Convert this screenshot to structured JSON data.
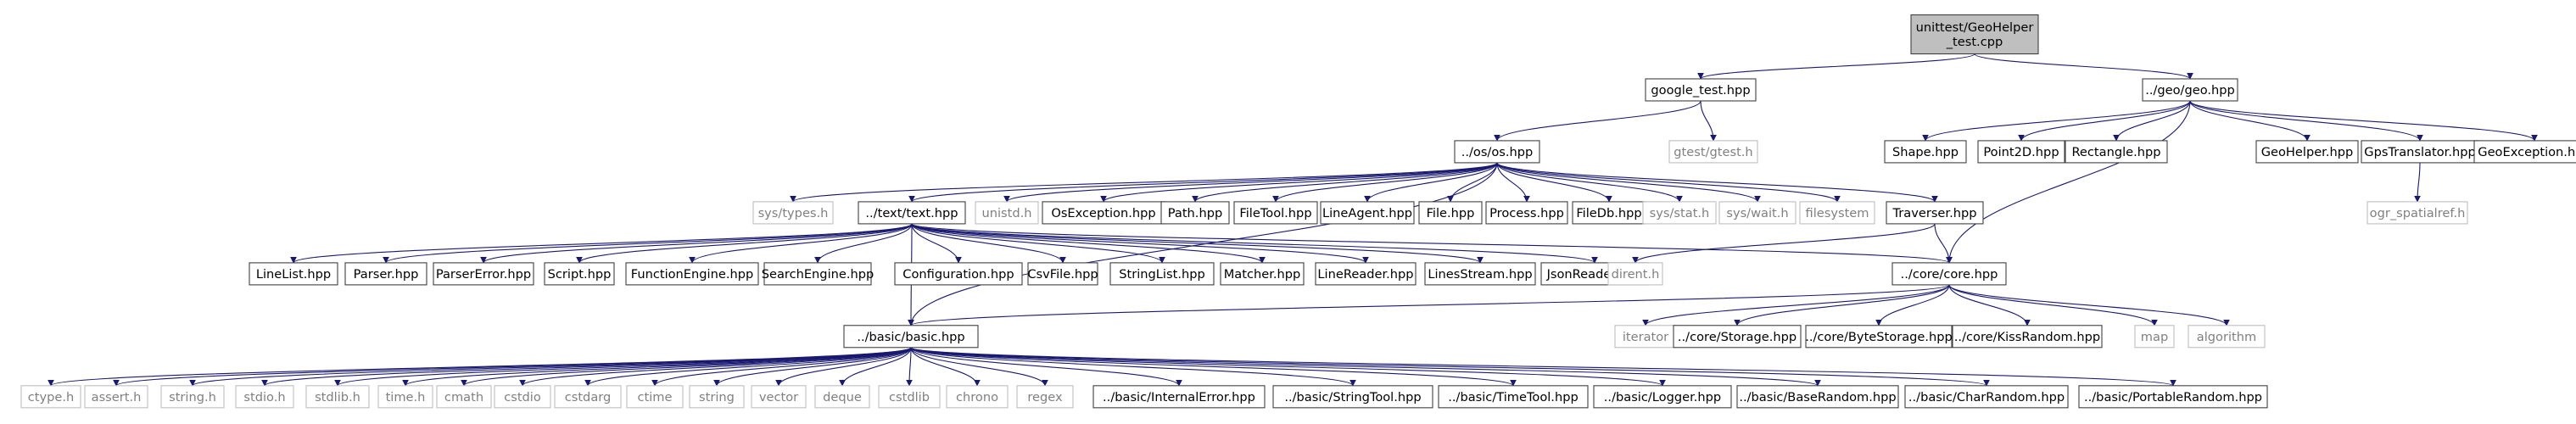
{
  "nodes": [
    {
      "id": "root",
      "label_lines": [
        "unittest/GeoHelper",
        "_test.cpp"
      ],
      "style": "root"
    },
    {
      "id": "google_test",
      "label_lines": [
        "google_test.hpp"
      ],
      "style": "normal"
    },
    {
      "id": "geo",
      "label_lines": [
        "../geo/geo.hpp"
      ],
      "style": "normal"
    },
    {
      "id": "os",
      "label_lines": [
        "../os/os.hpp"
      ],
      "style": "normal"
    },
    {
      "id": "gtest",
      "label_lines": [
        "gtest/gtest.h"
      ],
      "style": "external"
    },
    {
      "id": "shape",
      "label_lines": [
        "Shape.hpp"
      ],
      "style": "normal"
    },
    {
      "id": "point2d",
      "label_lines": [
        "Point2D.hpp"
      ],
      "style": "normal"
    },
    {
      "id": "rectangle",
      "label_lines": [
        "Rectangle.hpp"
      ],
      "style": "normal"
    },
    {
      "id": "geohelper",
      "label_lines": [
        "GeoHelper.hpp"
      ],
      "style": "normal"
    },
    {
      "id": "gpstranslator",
      "label_lines": [
        "GpsTranslator.hpp"
      ],
      "style": "normal"
    },
    {
      "id": "geoexception",
      "label_lines": [
        "GeoException.hpp"
      ],
      "style": "normal"
    },
    {
      "id": "ogr",
      "label_lines": [
        "ogr_spatialref.h"
      ],
      "style": "external"
    },
    {
      "id": "systypes",
      "label_lines": [
        "sys/types.h"
      ],
      "style": "external"
    },
    {
      "id": "text",
      "label_lines": [
        "../text/text.hpp"
      ],
      "style": "normal"
    },
    {
      "id": "unistd",
      "label_lines": [
        "unistd.h"
      ],
      "style": "external"
    },
    {
      "id": "osexception",
      "label_lines": [
        "OsException.hpp"
      ],
      "style": "normal"
    },
    {
      "id": "path",
      "label_lines": [
        "Path.hpp"
      ],
      "style": "normal"
    },
    {
      "id": "filetool",
      "label_lines": [
        "FileTool.hpp"
      ],
      "style": "normal"
    },
    {
      "id": "lineagent",
      "label_lines": [
        "LineAgent.hpp"
      ],
      "style": "normal"
    },
    {
      "id": "file",
      "label_lines": [
        "File.hpp"
      ],
      "style": "normal"
    },
    {
      "id": "process",
      "label_lines": [
        "Process.hpp"
      ],
      "style": "normal"
    },
    {
      "id": "filedb",
      "label_lines": [
        "FileDb.hpp"
      ],
      "style": "normal"
    },
    {
      "id": "sysstat",
      "label_lines": [
        "sys/stat.h"
      ],
      "style": "external"
    },
    {
      "id": "syswait",
      "label_lines": [
        "sys/wait.h"
      ],
      "style": "external"
    },
    {
      "id": "filesystem",
      "label_lines": [
        "filesystem"
      ],
      "style": "external"
    },
    {
      "id": "traverser",
      "label_lines": [
        "Traverser.hpp"
      ],
      "style": "normal"
    },
    {
      "id": "linelist",
      "label_lines": [
        "LineList.hpp"
      ],
      "style": "normal"
    },
    {
      "id": "parser",
      "label_lines": [
        "Parser.hpp"
      ],
      "style": "normal"
    },
    {
      "id": "parsererror",
      "label_lines": [
        "ParserError.hpp"
      ],
      "style": "normal"
    },
    {
      "id": "script",
      "label_lines": [
        "Script.hpp"
      ],
      "style": "normal"
    },
    {
      "id": "functionengine",
      "label_lines": [
        "FunctionEngine.hpp"
      ],
      "style": "normal"
    },
    {
      "id": "searchengine",
      "label_lines": [
        "SearchEngine.hpp"
      ],
      "style": "normal"
    },
    {
      "id": "configuration",
      "label_lines": [
        "Configuration.hpp"
      ],
      "style": "normal"
    },
    {
      "id": "csvfile",
      "label_lines": [
        "CsvFile.hpp"
      ],
      "style": "normal"
    },
    {
      "id": "stringlist",
      "label_lines": [
        "StringList.hpp"
      ],
      "style": "normal"
    },
    {
      "id": "matcher",
      "label_lines": [
        "Matcher.hpp"
      ],
      "style": "normal"
    },
    {
      "id": "linereader",
      "label_lines": [
        "LineReader.hpp"
      ],
      "style": "normal"
    },
    {
      "id": "linesstream",
      "label_lines": [
        "LinesStream.hpp"
      ],
      "style": "normal"
    },
    {
      "id": "jsonreader",
      "label_lines": [
        "JsonReader.hpp"
      ],
      "style": "normal"
    },
    {
      "id": "dirent",
      "label_lines": [
        "dirent.h"
      ],
      "style": "external"
    },
    {
      "id": "core",
      "label_lines": [
        "../core/core.hpp"
      ],
      "style": "normal"
    },
    {
      "id": "iterator",
      "label_lines": [
        "iterator"
      ],
      "style": "external"
    },
    {
      "id": "storage",
      "label_lines": [
        "../core/Storage.hpp"
      ],
      "style": "normal"
    },
    {
      "id": "bytestorage",
      "label_lines": [
        "../core/ByteStorage.hpp"
      ],
      "style": "normal"
    },
    {
      "id": "kissrandom",
      "label_lines": [
        "../core/KissRandom.hpp"
      ],
      "style": "normal"
    },
    {
      "id": "map",
      "label_lines": [
        "map"
      ],
      "style": "external"
    },
    {
      "id": "algorithm",
      "label_lines": [
        "algorithm"
      ],
      "style": "external"
    },
    {
      "id": "basic",
      "label_lines": [
        "../basic/basic.hpp"
      ],
      "style": "normal"
    },
    {
      "id": "ctype",
      "label_lines": [
        "ctype.h"
      ],
      "style": "external"
    },
    {
      "id": "assert",
      "label_lines": [
        "assert.h"
      ],
      "style": "external"
    },
    {
      "id": "string_h",
      "label_lines": [
        "string.h"
      ],
      "style": "external"
    },
    {
      "id": "stdio",
      "label_lines": [
        "stdio.h"
      ],
      "style": "external"
    },
    {
      "id": "stdlib",
      "label_lines": [
        "stdlib.h"
      ],
      "style": "external"
    },
    {
      "id": "time",
      "label_lines": [
        "time.h"
      ],
      "style": "external"
    },
    {
      "id": "cmath",
      "label_lines": [
        "cmath"
      ],
      "style": "external"
    },
    {
      "id": "cstdio",
      "label_lines": [
        "cstdio"
      ],
      "style": "external"
    },
    {
      "id": "cstdarg",
      "label_lines": [
        "cstdarg"
      ],
      "style": "external"
    },
    {
      "id": "ctime",
      "label_lines": [
        "ctime"
      ],
      "style": "external"
    },
    {
      "id": "string",
      "label_lines": [
        "string"
      ],
      "style": "external"
    },
    {
      "id": "vector",
      "label_lines": [
        "vector"
      ],
      "style": "external"
    },
    {
      "id": "deque",
      "label_lines": [
        "deque"
      ],
      "style": "external"
    },
    {
      "id": "cstdlib",
      "label_lines": [
        "cstdlib"
      ],
      "style": "external"
    },
    {
      "id": "chrono",
      "label_lines": [
        "chrono"
      ],
      "style": "external"
    },
    {
      "id": "regex",
      "label_lines": [
        "regex"
      ],
      "style": "external"
    },
    {
      "id": "internalerror",
      "label_lines": [
        "../basic/InternalError.hpp"
      ],
      "style": "normal"
    },
    {
      "id": "stringtool",
      "label_lines": [
        "../basic/StringTool.hpp"
      ],
      "style": "normal"
    },
    {
      "id": "timetool",
      "label_lines": [
        "../basic/TimeTool.hpp"
      ],
      "style": "normal"
    },
    {
      "id": "logger",
      "label_lines": [
        "../basic/Logger.hpp"
      ],
      "style": "normal"
    },
    {
      "id": "baserandom",
      "label_lines": [
        "../basic/BaseRandom.hpp"
      ],
      "style": "normal"
    },
    {
      "id": "charrandom",
      "label_lines": [
        "../basic/CharRandom.hpp"
      ],
      "style": "normal"
    },
    {
      "id": "portablerandom",
      "label_lines": [
        "../basic/PortableRandom.hpp"
      ],
      "style": "normal"
    }
  ],
  "edges": [
    [
      "root",
      "google_test"
    ],
    [
      "root",
      "geo"
    ],
    [
      "google_test",
      "os"
    ],
    [
      "google_test",
      "gtest"
    ],
    [
      "geo",
      "shape"
    ],
    [
      "geo",
      "point2d"
    ],
    [
      "geo",
      "rectangle"
    ],
    [
      "geo",
      "geohelper"
    ],
    [
      "geo",
      "gpstranslator"
    ],
    [
      "geo",
      "geoexception"
    ],
    [
      "geo",
      "core"
    ],
    [
      "gpstranslator",
      "ogr"
    ],
    [
      "os",
      "basic"
    ],
    [
      "os",
      "systypes"
    ],
    [
      "os",
      "text"
    ],
    [
      "os",
      "unistd"
    ],
    [
      "os",
      "osexception"
    ],
    [
      "os",
      "path"
    ],
    [
      "os",
      "filetool"
    ],
    [
      "os",
      "lineagent"
    ],
    [
      "os",
      "file"
    ],
    [
      "os",
      "process"
    ],
    [
      "os",
      "filedb"
    ],
    [
      "os",
      "sysstat"
    ],
    [
      "os",
      "syswait"
    ],
    [
      "os",
      "filesystem"
    ],
    [
      "os",
      "traverser"
    ],
    [
      "text",
      "linelist"
    ],
    [
      "text",
      "parser"
    ],
    [
      "text",
      "parsererror"
    ],
    [
      "text",
      "script"
    ],
    [
      "text",
      "functionengine"
    ],
    [
      "text",
      "searchengine"
    ],
    [
      "text",
      "configuration"
    ],
    [
      "text",
      "csvfile"
    ],
    [
      "text",
      "stringlist"
    ],
    [
      "text",
      "matcher"
    ],
    [
      "text",
      "linereader"
    ],
    [
      "text",
      "linesstream"
    ],
    [
      "text",
      "jsonreader"
    ],
    [
      "text",
      "core"
    ],
    [
      "text",
      "basic"
    ],
    [
      "traverser",
      "dirent"
    ],
    [
      "traverser",
      "core"
    ],
    [
      "core",
      "basic"
    ],
    [
      "core",
      "iterator"
    ],
    [
      "core",
      "storage"
    ],
    [
      "core",
      "bytestorage"
    ],
    [
      "core",
      "kissrandom"
    ],
    [
      "core",
      "map"
    ],
    [
      "core",
      "algorithm"
    ],
    [
      "basic",
      "ctype"
    ],
    [
      "basic",
      "assert"
    ],
    [
      "basic",
      "string_h"
    ],
    [
      "basic",
      "stdio"
    ],
    [
      "basic",
      "stdlib"
    ],
    [
      "basic",
      "time"
    ],
    [
      "basic",
      "cmath"
    ],
    [
      "basic",
      "cstdio"
    ],
    [
      "basic",
      "cstdarg"
    ],
    [
      "basic",
      "ctime"
    ],
    [
      "basic",
      "string"
    ],
    [
      "basic",
      "vector"
    ],
    [
      "basic",
      "deque"
    ],
    [
      "basic",
      "cstdlib"
    ],
    [
      "basic",
      "chrono"
    ],
    [
      "basic",
      "regex"
    ],
    [
      "basic",
      "internalerror"
    ],
    [
      "basic",
      "stringtool"
    ],
    [
      "basic",
      "timetool"
    ],
    [
      "basic",
      "logger"
    ],
    [
      "basic",
      "baserandom"
    ],
    [
      "basic",
      "charrandom"
    ],
    [
      "basic",
      "portablerandom"
    ]
  ]
}
